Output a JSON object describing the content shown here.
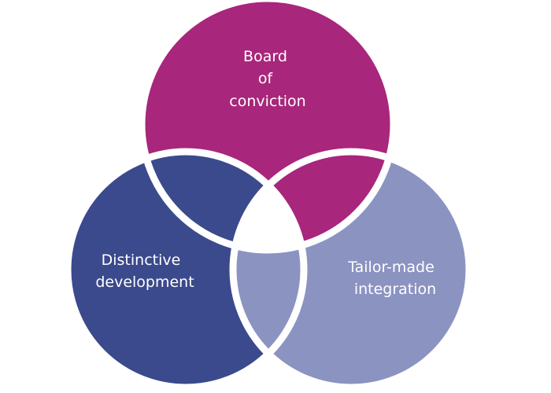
{
  "diagram": {
    "type": "venn",
    "sets": [
      {
        "id": "top",
        "lines": [
          "Board",
          "of",
          "conviction"
        ],
        "color": "#a8267b"
      },
      {
        "id": "left",
        "lines": [
          "Distinctive",
          "development"
        ],
        "color": "#3b4a8c"
      },
      {
        "id": "right",
        "lines": [
          "Tailor-made",
          "integration"
        ],
        "color": "#8b93c1"
      }
    ],
    "intersections": {
      "top_left": "#3b4a8c",
      "top_right": "#a8267b",
      "left_right": "#8b93c1",
      "center": "#ffffff"
    },
    "separator_color": "#ffffff"
  }
}
